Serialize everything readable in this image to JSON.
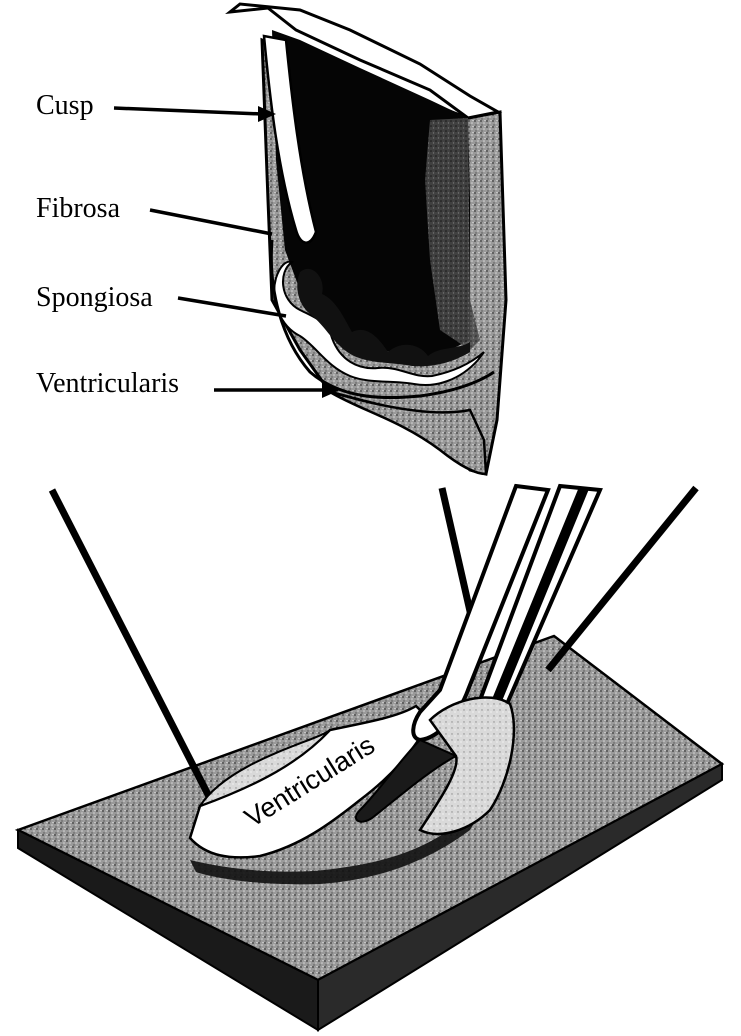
{
  "labels": {
    "cusp": "Cusp",
    "fibrosa": "Fibrosa",
    "spongiosa": "Spongiosa",
    "ventricularis": "Ventricularis"
  },
  "tissue_label": "Ventricularis",
  "colors": {
    "ink": "#000000",
    "paper": "#ffffff",
    "stipple": "#8a8a8a",
    "dark_fill": "#0a0a0a"
  }
}
